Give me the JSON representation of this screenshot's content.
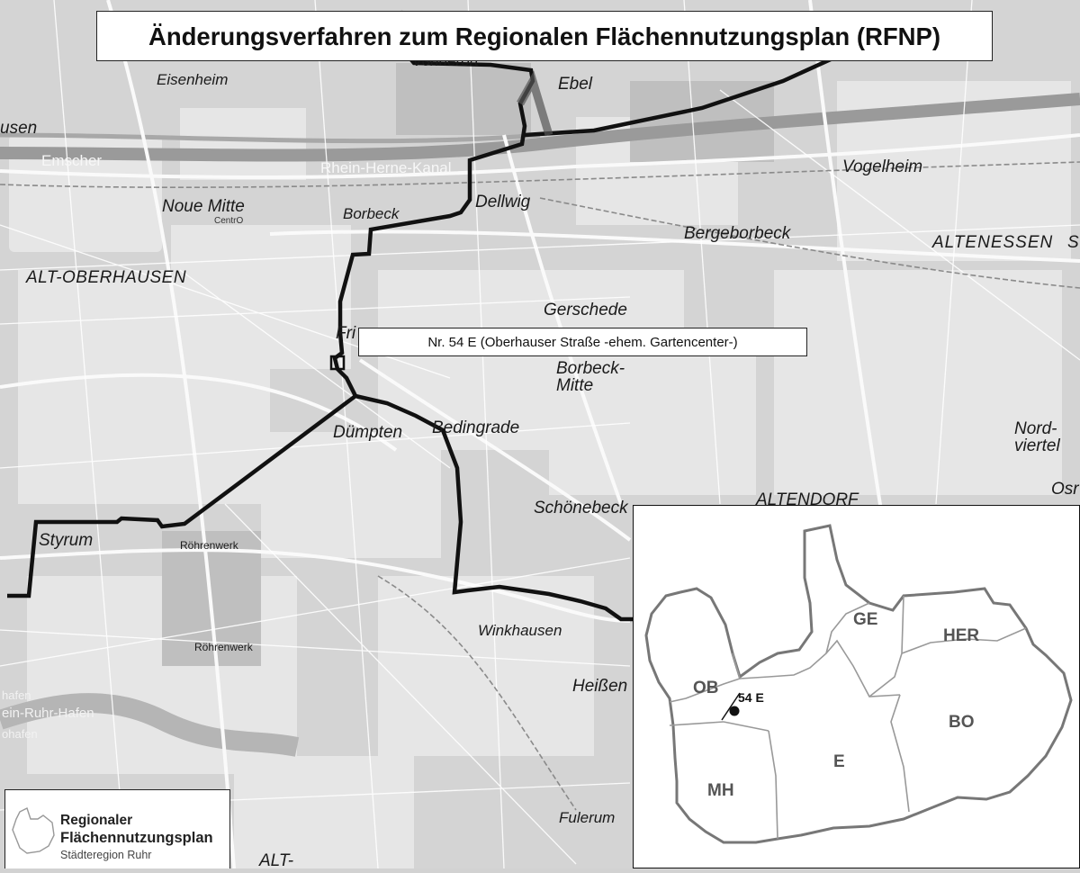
{
  "title": "Änderungsverfahren zum Regionalen Flächennutzungsplan (RFNP)",
  "callout": "Nr. 54 E (Oberhauser Straße -ehem. Gartencenter-)",
  "logo": {
    "line1": "Regionaler",
    "line2": "Flächennutzungsplan",
    "line3": "Städteregion Ruhr"
  },
  "map_labels": {
    "vonderort": "Vonderort",
    "ebel": "Ebel",
    "eisenheim": "Eisenheim",
    "usen": "usen",
    "emscher": "Emscher",
    "rhein_herne_kanal": "Rhein-Herne-Kanal",
    "vogelheim": "Vogelheim",
    "neue_mitte": "Noue  Mitte",
    "centro": "CentrO",
    "borbeck": "Borbeck",
    "dellwig": "Dellwig",
    "bergeborbeck": "Bergeborbeck",
    "altenessen": "ALTENESSEN",
    "alt_oberhausen": "ALT-OBERHAUSEN",
    "gerschede": "Gerschede",
    "fri": "Fri",
    "borbeck_mitte": "Borbeck-\nMitte",
    "nord_viertel": "Nord-\nviertel",
    "duempten": "Dümpten",
    "bedingrade": "Bedingrade",
    "schoenebeck": "Schönebeck",
    "altendorf": "ALTENDORF",
    "styrum": "Styrum",
    "winkhausen": "Winkhausen",
    "heissen": "Heißen",
    "fulerum": "Fulerum",
    "alt": "ALT-",
    "roehrenwerk": "Röhrenwerk",
    "osr": "Osr",
    "hafen": "hafen",
    "rhein_ruhr_hafen": "ein-Ruhr-Hafen",
    "ohafen": "ohafen"
  },
  "inset": {
    "regions": [
      "OB",
      "GE",
      "HER",
      "BO",
      "E",
      "MH"
    ],
    "marker_label": "54 E"
  }
}
